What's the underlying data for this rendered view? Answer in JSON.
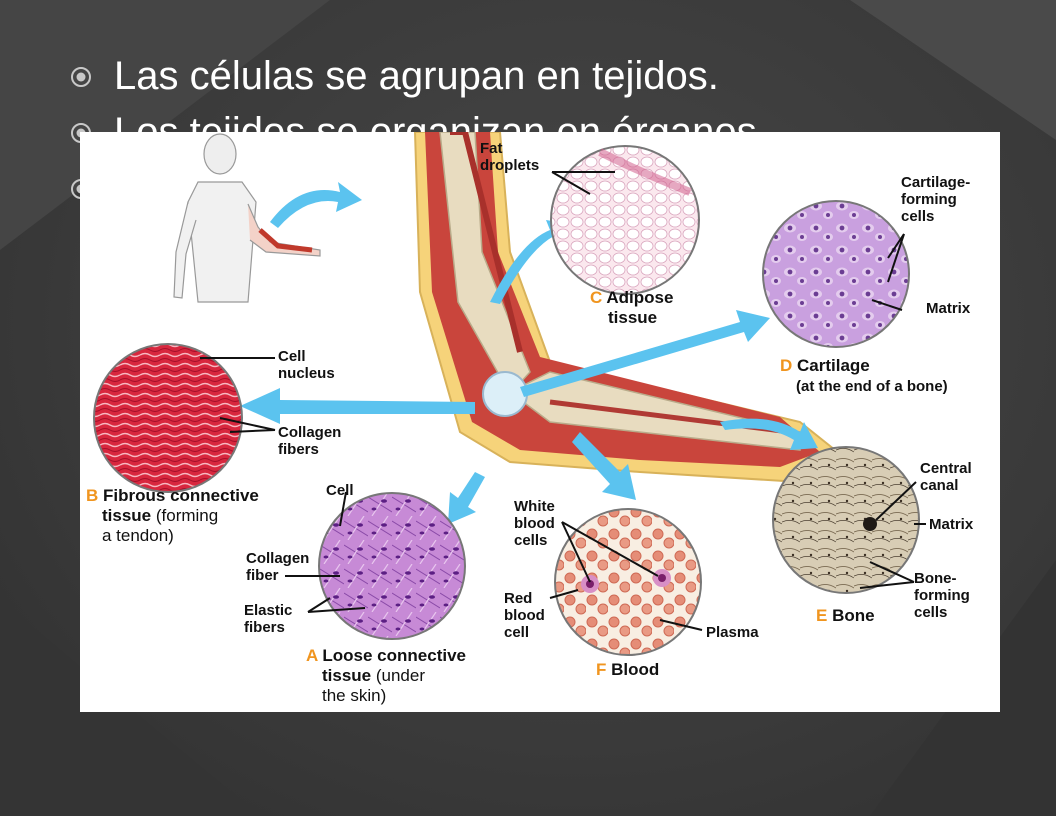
{
  "slide": {
    "bullets": [
      "Las células se agrupan en tejidos.",
      "Los tejidos se organizan en órganos.",
      ""
    ]
  },
  "figure": {
    "adipose": {
      "letter": "C",
      "title1": "Adipose",
      "title2": "tissue",
      "callout1": "Fat",
      "callout2": "droplets"
    },
    "cartilage": {
      "letter": "D",
      "title": "Cartilage",
      "subtitle": "(at the end of a bone)",
      "callout_cells1": "Cartilage-",
      "callout_cells2": "forming",
      "callout_cells3": "cells",
      "callout_matrix": "Matrix"
    },
    "fibrous": {
      "letter": "B",
      "title1": "Fibrous connective",
      "title2a": "tissue",
      "title2b": " (forming",
      "title3": "a tendon)",
      "callout_nucleus1": "Cell",
      "callout_nucleus2": "nucleus",
      "callout_collagen1": "Collagen",
      "callout_collagen2": "fibers"
    },
    "loose": {
      "letter": "A",
      "title1": "Loose connective",
      "title2a": "tissue",
      "title2b": " (under",
      "title3": "the skin)",
      "callout_cell": "Cell",
      "callout_fiber1": "Collagen",
      "callout_fiber2": "fiber",
      "callout_elastic1": "Elastic",
      "callout_elastic2": "fibers"
    },
    "blood": {
      "letter": "F",
      "title": "Blood",
      "callout_white1": "White",
      "callout_white2": "blood",
      "callout_white3": "cells",
      "callout_red1": "Red",
      "callout_red2": "blood",
      "callout_red3": "cell",
      "callout_plasma": "Plasma"
    },
    "bone": {
      "letter": "E",
      "title": "Bone",
      "callout_canal1": "Central",
      "callout_canal2": "canal",
      "callout_matrix": "Matrix",
      "callout_forming1": "Bone-",
      "callout_forming2": "forming",
      "callout_forming3": "cells"
    }
  },
  "colors": {
    "slide_bg": "#3b3b3b",
    "bullet_text": "#ffffff",
    "letter_accent": "#f0951f",
    "arrow": "#5bc3ef"
  }
}
